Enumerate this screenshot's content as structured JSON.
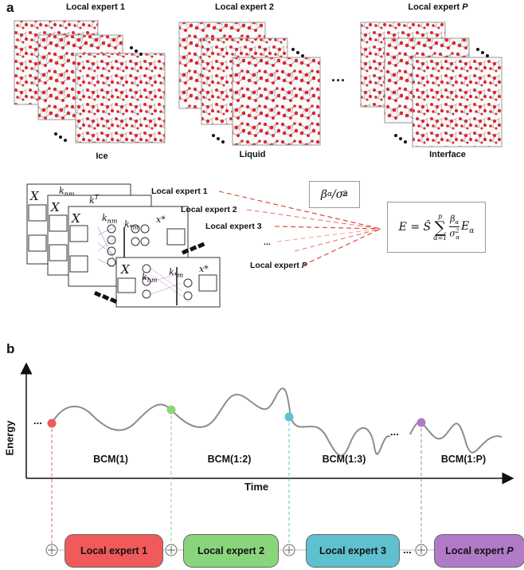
{
  "panel_a": {
    "letter": "a",
    "experts": [
      {
        "title": "Local expert 1",
        "phase": "Ice"
      },
      {
        "title": "Local expert 2",
        "phase": "Liquid"
      },
      {
        "title": "Local expert P",
        "phase": "Interface"
      }
    ],
    "ellipsis": "...",
    "weight_label": "β_α/σ_α^2",
    "arrows": [
      "Local expert 1",
      "Local expert 2",
      "Local expert 3",
      "...",
      "Local expert P"
    ],
    "formula": "E = Ŝ Σ_{α=1}^{p} β_α/σ_α^2 E_α",
    "colors": {
      "mol_red": "#e0262d",
      "mol_bond": "#9a9a9a",
      "dashed": "#e03a2f"
    }
  },
  "panel_b": {
    "letter": "b",
    "y_axis_label": "Energy",
    "x_axis_label": "Time",
    "leading_dots": "...",
    "trailing_dots": "...",
    "segments": [
      "BCM(1)",
      "BCM(1:2)",
      "BCM(1:3)",
      "BCM(1:P)"
    ],
    "experts": [
      {
        "label": "Local expert 1",
        "color": "#f05a5b"
      },
      {
        "label": "Local expert 2",
        "color": "#8ad57c"
      },
      {
        "label": "Local expert 3",
        "color": "#5fc0cf"
      },
      {
        "label": "Local expert P",
        "color": "#b07ac6"
      }
    ],
    "expert_dots": "..."
  }
}
